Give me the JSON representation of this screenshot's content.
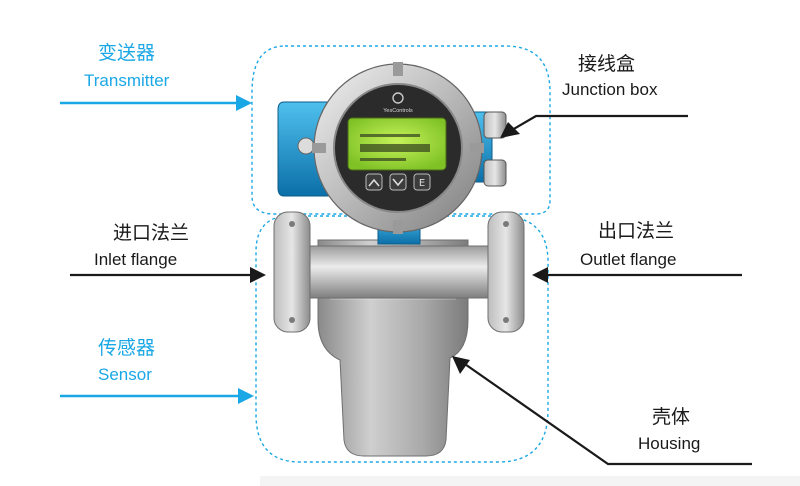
{
  "labels": {
    "transmitter": {
      "cn": "变送器",
      "en": "Transmitter"
    },
    "junction_box": {
      "cn": "接线盒",
      "en": "Junction box"
    },
    "inlet_flange": {
      "cn": "进口法兰",
      "en": "Inlet flange"
    },
    "outlet_flange": {
      "cn": "出口法兰",
      "en": "Outlet flange"
    },
    "sensor": {
      "cn": "传感器",
      "en": "Sensor"
    },
    "housing": {
      "cn": "壳体",
      "en": "Housing"
    }
  },
  "display": {
    "brand": "YesControls",
    "keys": [
      "up-key",
      "down-key",
      "enter-key"
    ],
    "key_e": "E"
  },
  "colors": {
    "accent_blue": "#1aa7e6",
    "pointer_black": "#1a1a1a",
    "lcd_green": "#9bdc3a"
  }
}
